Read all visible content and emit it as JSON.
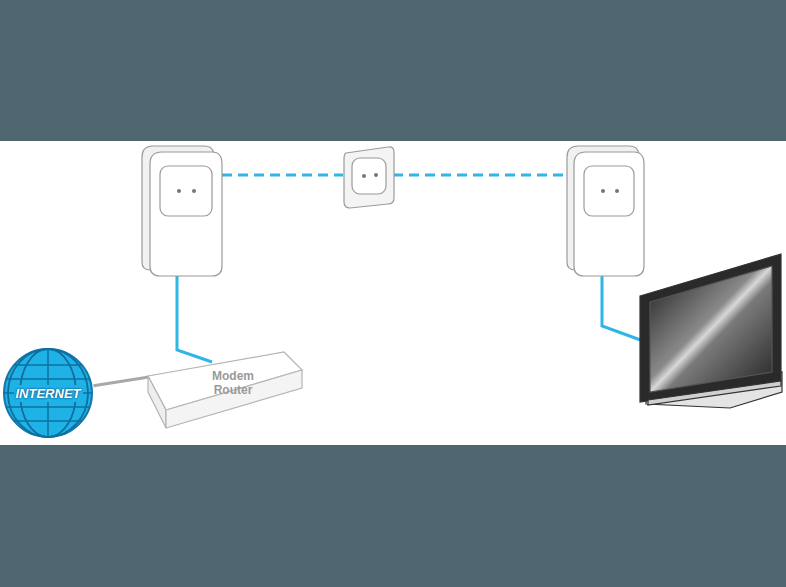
{
  "diagram": {
    "nodes": [
      {
        "text": [
          "INTERNET"
        ]
      },
      {
        "text": [
          "Modem Router"
        ]
      }
    ],
    "edges": [
      {
        "from": 0,
        "to": 1,
        "arrow": "none"
      }
    ]
  }
}
